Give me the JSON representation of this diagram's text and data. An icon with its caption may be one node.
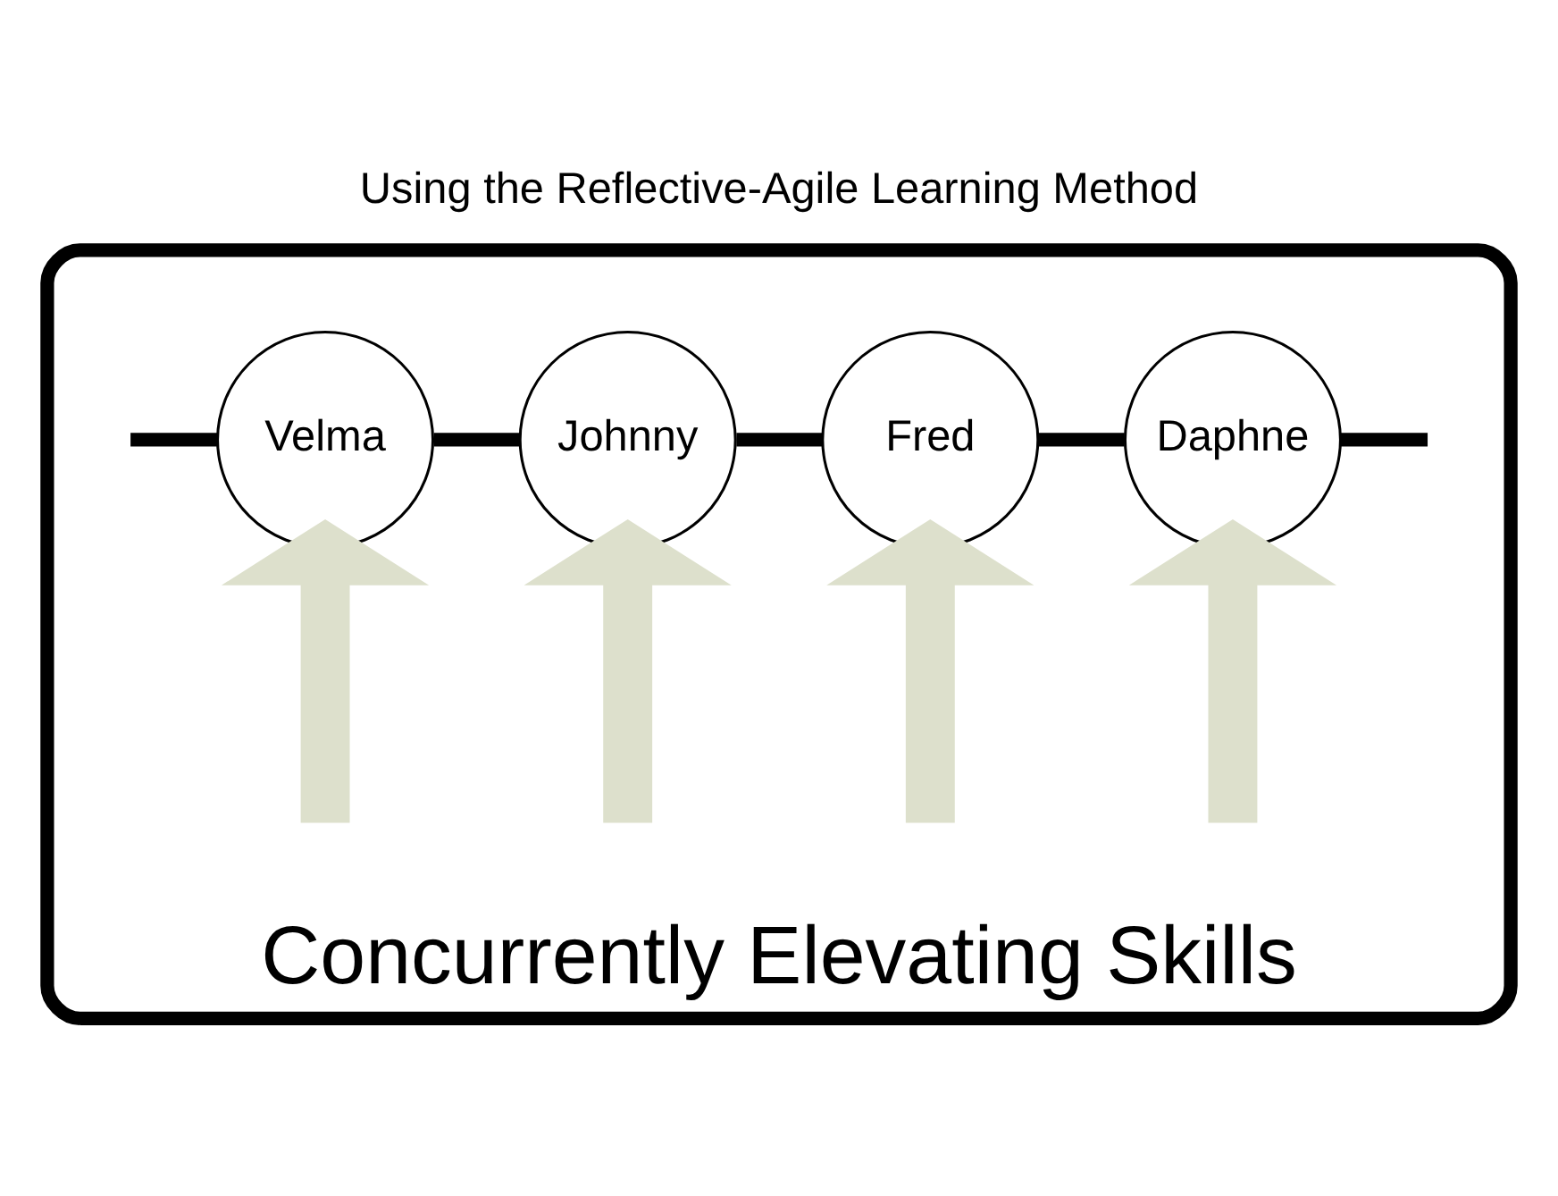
{
  "diagram": {
    "title": "Using the Reflective-Agile Learning Method",
    "nodes": [
      {
        "text": [
          "Concurrently Elevating Skills"
        ]
      },
      {
        "text": [
          "Velma"
        ],
        "in": 0
      },
      {
        "text": [
          "Johnny"
        ],
        "in": 0
      },
      {
        "text": [
          "Fred"
        ],
        "in": 0
      },
      {
        "text": [
          "Daphne"
        ],
        "in": 0
      }
    ],
    "edges": [
      {
        "from": null,
        "to": 1,
        "arrow": "to",
        "style": "thick",
        "color": "#dde0cc"
      },
      {
        "from": null,
        "to": 2,
        "arrow": "to",
        "style": "thick",
        "color": "#dde0cc"
      },
      {
        "from": null,
        "to": 3,
        "arrow": "to",
        "style": "thick",
        "color": "#dde0cc"
      },
      {
        "from": null,
        "to": 4,
        "arrow": "to",
        "style": "thick",
        "color": "#dde0cc"
      },
      {
        "from": null,
        "to": 1,
        "arrow": "none"
      },
      {
        "from": 1,
        "to": 2,
        "arrow": "none"
      },
      {
        "from": 2,
        "to": 3,
        "arrow": "none"
      },
      {
        "from": 3,
        "to": 4,
        "arrow": "none"
      },
      {
        "from": 4,
        "to": null,
        "arrow": "none"
      }
    ]
  }
}
